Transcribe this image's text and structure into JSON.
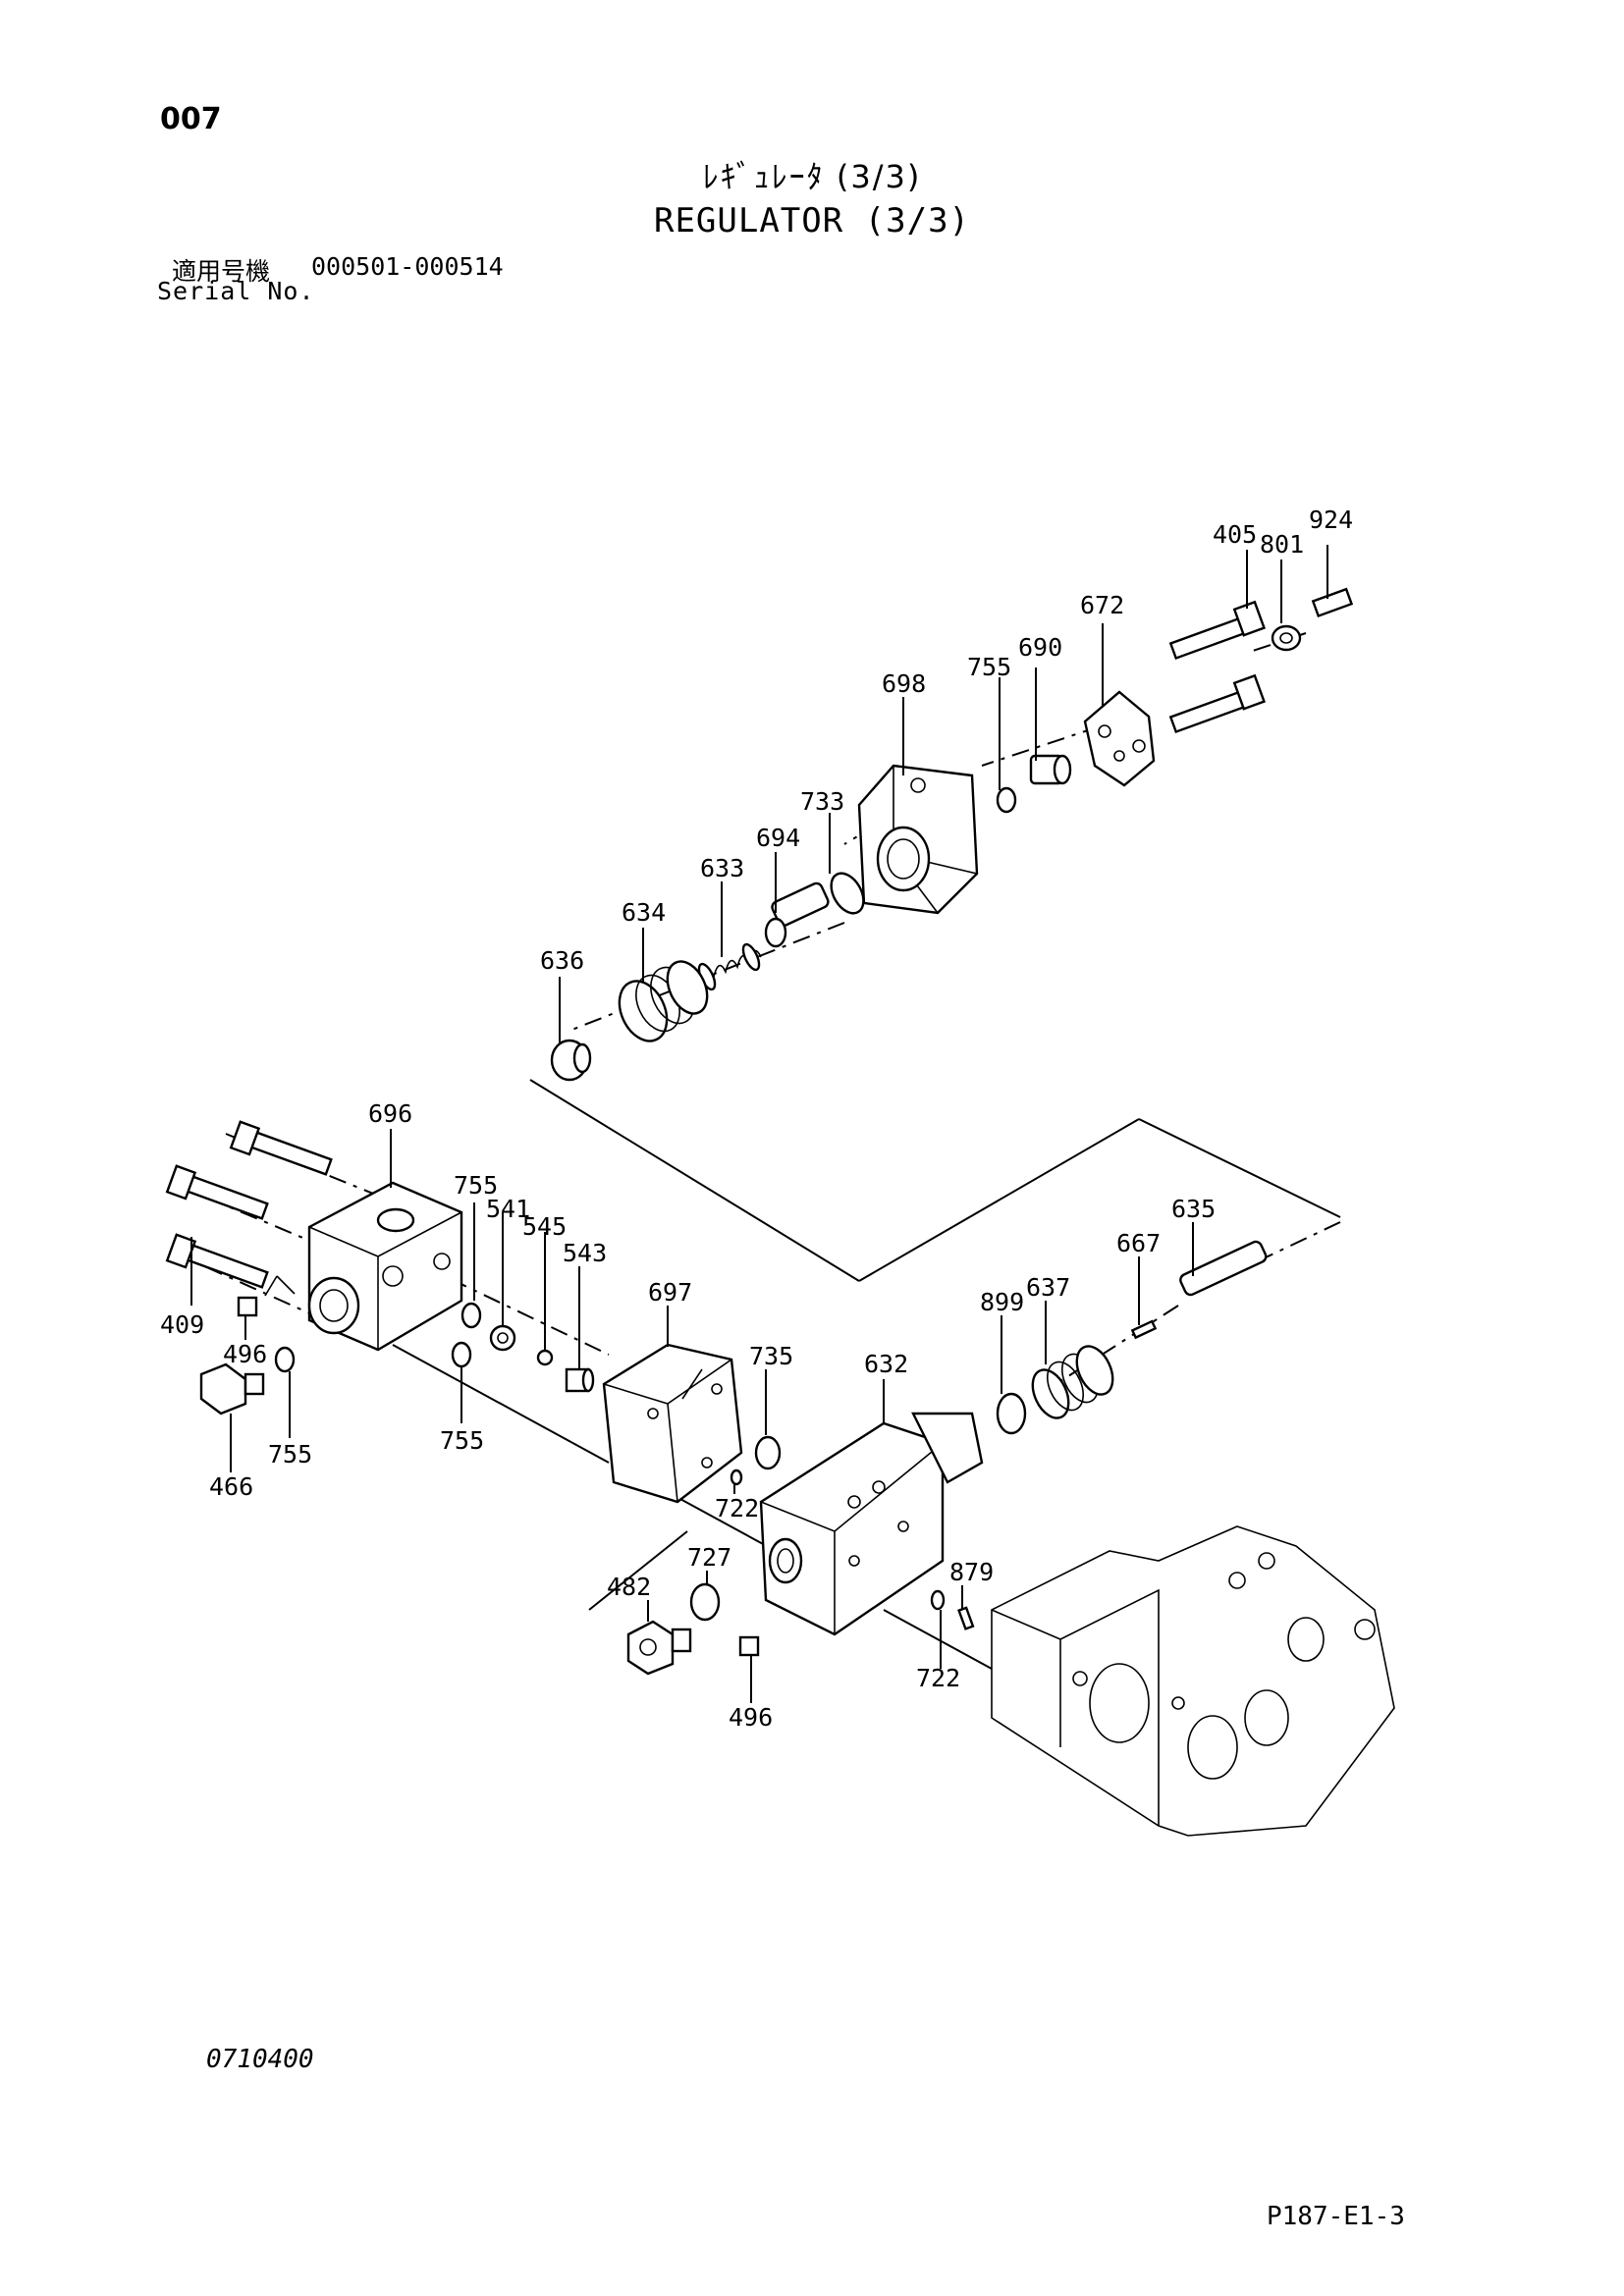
{
  "header": {
    "page_number": "007",
    "title_jp": "ﾚｷﾞｭﾚｰﾀ (3/3)",
    "title_en": "REGULATOR (3/3)",
    "serial_label_jp": "適用号機",
    "serial_range": "000501-000514",
    "serial_label_en": "Serial No."
  },
  "footer": {
    "drawing_code": "0710400",
    "sheet_code": "P187-E1-3"
  },
  "parts": [
    "405",
    "801",
    "924",
    "672",
    "690",
    "755",
    "698",
    "733",
    "694",
    "633",
    "634",
    "636",
    "696",
    "755",
    "541",
    "545",
    "543",
    "697",
    "735",
    "632",
    "899",
    "637",
    "667",
    "635",
    "409",
    "496",
    "466",
    "755",
    "755",
    "722",
    "727",
    "482",
    "879",
    "722",
    "496"
  ]
}
